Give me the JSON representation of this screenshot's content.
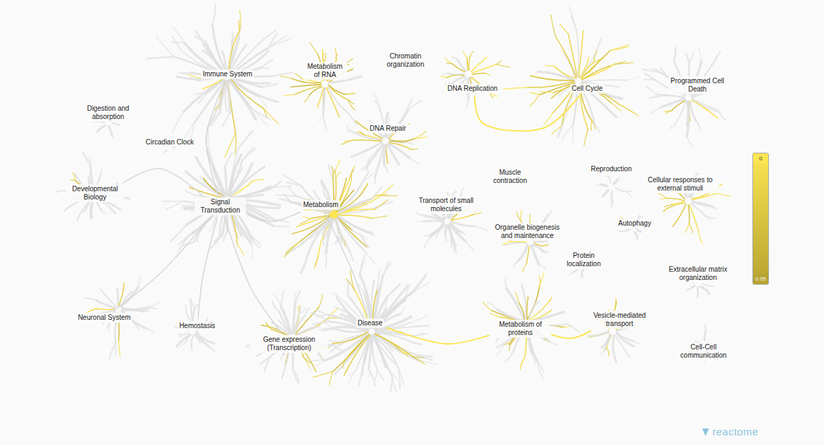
{
  "diagram": {
    "nodes": [
      {
        "text": [
          "Immune System"
        ]
      },
      {
        "text": [
          "Metabolism of RNA"
        ]
      },
      {
        "text": [
          "Chromatin organization"
        ]
      },
      {
        "text": [
          "DNA Replication"
        ]
      },
      {
        "text": [
          "Cell Cycle"
        ]
      },
      {
        "text": [
          "Programmed Cell Death"
        ]
      },
      {
        "text": [
          "Digestion and absorption"
        ]
      },
      {
        "text": [
          "Circadian Clock"
        ]
      },
      {
        "text": [
          "DNA Repair"
        ]
      },
      {
        "text": [
          "Developmental Biology"
        ]
      },
      {
        "text": [
          "Signal Transduction"
        ]
      },
      {
        "text": [
          "Metabolism"
        ]
      },
      {
        "text": [
          "Muscle contraction"
        ]
      },
      {
        "text": [
          "Reproduction"
        ]
      },
      {
        "text": [
          "Cellular responses to external stimuli"
        ]
      },
      {
        "text": [
          "Transport of small molecules"
        ]
      },
      {
        "text": [
          "Autophagy"
        ]
      },
      {
        "text": [
          "Organelle biogenesis and maintenance"
        ]
      },
      {
        "text": [
          "Protein localization"
        ]
      },
      {
        "text": [
          "Extracellular matrix organization"
        ]
      },
      {
        "text": [
          "Neuronal System"
        ]
      },
      {
        "text": [
          "Hemostasis"
        ]
      },
      {
        "text": [
          "Gene expression (Transcription)"
        ]
      },
      {
        "text": [
          "Disease"
        ]
      },
      {
        "text": [
          "Metabolism of proteins"
        ]
      },
      {
        "text": [
          "Vesicle-mediated transport"
        ]
      },
      {
        "text": [
          "Cell-Cell communication"
        ]
      }
    ],
    "edges": [
      {
        "from": 0,
        "to": 10,
        "arrow": "none"
      },
      {
        "from": 10,
        "to": 11,
        "arrow": "none"
      },
      {
        "from": 10,
        "to": 22,
        "arrow": "none"
      },
      {
        "from": 10,
        "to": 20,
        "arrow": "none"
      },
      {
        "from": 10,
        "to": 21,
        "arrow": "none"
      },
      {
        "from": 11,
        "to": 23,
        "arrow": "none"
      },
      {
        "from": 3,
        "to": 4,
        "arrow": "none"
      },
      {
        "from": 23,
        "to": 24,
        "arrow": "none"
      },
      {
        "from": 24,
        "to": 25,
        "arrow": "none"
      },
      {
        "from": 9,
        "to": 10,
        "arrow": "none"
      }
    ],
    "labels": [
      "reactome"
    ],
    "legend": [
      {
        "text": "0",
        "color": "#fbe552"
      },
      {
        "text": "0.05",
        "color": "#b7a330"
      }
    ]
  }
}
